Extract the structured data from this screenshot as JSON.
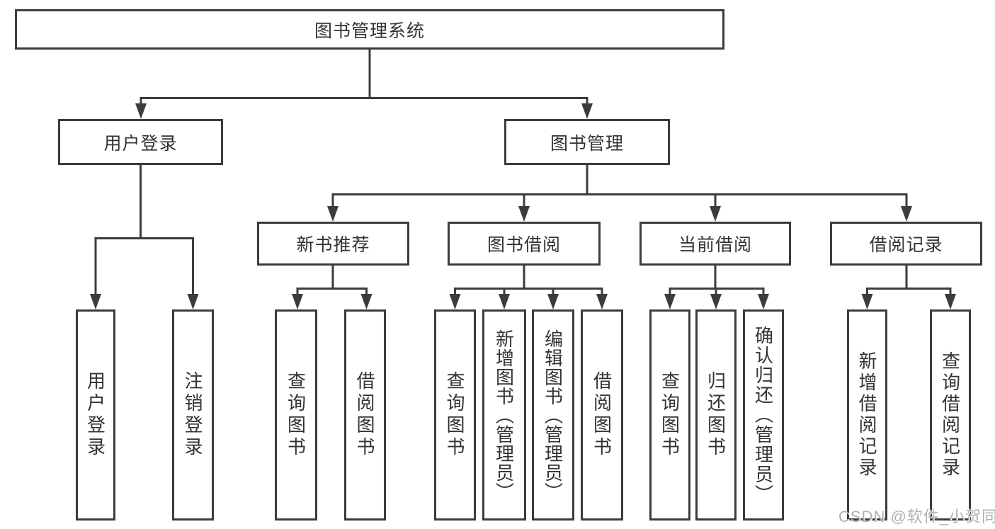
{
  "tree": {
    "root": "图书管理系统",
    "children": [
      {
        "label": "用户登录",
        "children": [
          "用户登录",
          "注销登录"
        ]
      },
      {
        "label": "图书管理",
        "children": [
          {
            "label": "新书推荐",
            "children": [
              "查询图书",
              "借阅图书"
            ]
          },
          {
            "label": "图书借阅",
            "children": [
              "查询图书",
              "新增图书（管理员）",
              "编辑图书（管理员）",
              "借阅图书"
            ]
          },
          {
            "label": "当前借阅",
            "children": [
              "查询图书",
              "归还图书",
              "确认归还（管理员）"
            ]
          },
          {
            "label": "借阅记录",
            "children": [
              "新增借阅记录",
              "查询借阅记录"
            ]
          }
        ]
      }
    ]
  },
  "watermark": {
    "text": "CSDN @软件_小贺同学",
    "color": "#b0b0b0"
  },
  "colors": {
    "line": "#3c3c3c",
    "border": "#3c3c3c",
    "text": "#333333",
    "background": "#ffffff"
  }
}
